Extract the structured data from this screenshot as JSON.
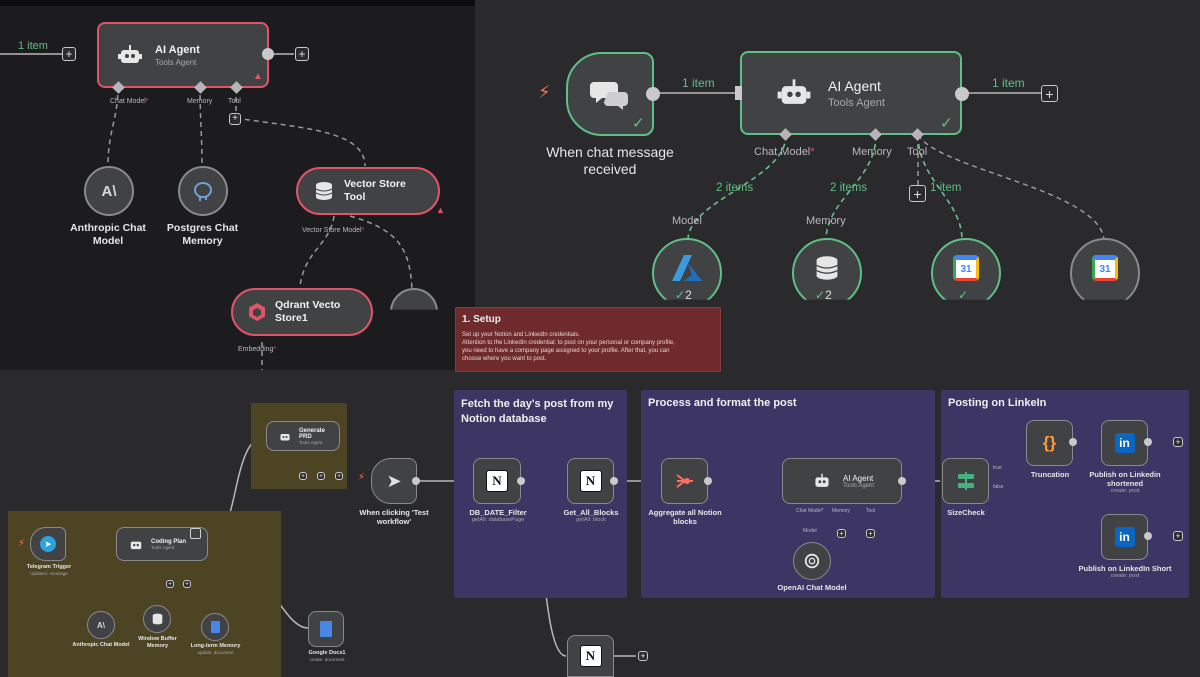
{
  "top_left": {
    "edge_item_label": "1 item",
    "agent": {
      "title": "AI Agent",
      "subtitle": "Tools Agent"
    },
    "connectors": {
      "chat_model": "Chat Model",
      "memory": "Memory",
      "tool": "Tool",
      "required_mark": "*"
    },
    "anthropic": {
      "label": "Anthropic Chat Model"
    },
    "postgres": {
      "label": "Postgres Chat Memory"
    },
    "vector_tool": {
      "title": "Vector Store Tool",
      "sub_connector": "Vector Store Model"
    },
    "qdrant": {
      "title": "Qdrant Vecto Store1",
      "sub_connector": "Embedding"
    }
  },
  "top_right": {
    "trigger": {
      "label": "When chat message received"
    },
    "edge_label_in": "1 item",
    "edge_label_out": "1 item",
    "agent": {
      "title": "AI Agent",
      "subtitle": "Tools Agent"
    },
    "connectors": {
      "chat_model": "Chat Model",
      "memory": "Memory",
      "tool": "Tool",
      "required_mark": "*"
    },
    "items": {
      "model": "2 items",
      "memory": "2 items",
      "tool": "1 item"
    },
    "sub_labels": {
      "model": "Model",
      "memory": "Memory"
    },
    "badges": {
      "model": "2",
      "memory": "2"
    },
    "calendar_day": "31"
  },
  "setup_note": {
    "title": "1. Setup",
    "line1": "Set up your Notion and LinkedIn credentials.",
    "line2": "Attention to the LinkedIn credential: to post on your personal or company profile,",
    "line3": "you need to have a company page assigned to your profile. After that, you can",
    "line4": "choose where you want to post."
  },
  "bottom_left": {
    "generate_prd": {
      "title": "Generate PRD",
      "subtitle": "Tools Agent"
    },
    "telegram": {
      "title": "Telegram Trigger",
      "subtitle": "Updates: message"
    },
    "coding_plan": {
      "title": "Coding Plan",
      "subtitle": "Tools Agent"
    },
    "anthropic": {
      "label": "Anthropic Chat Model"
    },
    "window_buffer": {
      "label": "Window Buffer Memory"
    },
    "long_term": {
      "title": "Long-term Memory",
      "subtitle": "update: document"
    },
    "google_docs": {
      "title": "Google Docs1",
      "subtitle": "create: document"
    }
  },
  "workflow": {
    "manual_trigger": {
      "label": "When clicking 'Test workflow'"
    },
    "fetch_group": {
      "title": "Fetch the day's post from my Notion database"
    },
    "db_filter": {
      "title": "DB_DATE_Filter",
      "subtitle": "getAll: databasePage"
    },
    "get_blocks": {
      "title": "Get_All_Blocks",
      "subtitle": "getAll: block"
    },
    "process_group": {
      "title": "Process and format the post"
    },
    "aggregate": {
      "title": "Aggregate all Notion blocks"
    },
    "agent": {
      "title": "AI Agent",
      "subtitle": "Tools Agent"
    },
    "agent_connectors": {
      "chat_model": "Chat Model*",
      "memory": "Memory",
      "tool": "Tool"
    },
    "openai": {
      "label": "OpenAI Chat Model"
    },
    "model_link_label": "Model",
    "posting_group": {
      "title": "Posting on LinkeIn"
    },
    "sizecheck": {
      "title": "SizeCheck",
      "true_label": "true",
      "false_label": "false"
    },
    "truncation": {
      "title": "Truncation"
    },
    "publish_shortened": {
      "title": "Publish on Linkedin shortened",
      "subtitle": "create: post"
    },
    "publish_short": {
      "title": "Publish on LinkedIn Short",
      "subtitle": "create: post"
    }
  },
  "colors": {
    "canvas": "#2a2a2d",
    "node_fill": "#414244",
    "success_green": "#5fbf86",
    "error_red": "#e0546a",
    "group_purple": "#3d3563",
    "note_red": "#6e2a2c",
    "note_yellow": "#4d4423"
  }
}
